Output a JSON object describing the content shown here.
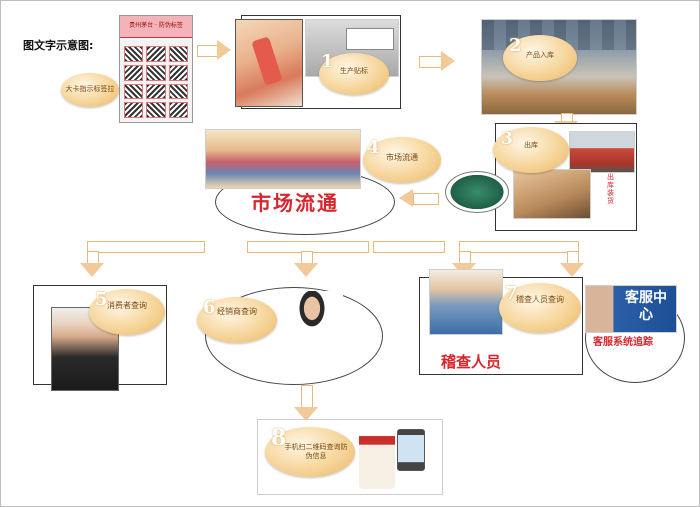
{
  "title": "图文字示意图:",
  "label_bubble": {
    "text": "大卡指示标签拉"
  },
  "label_sheet": {
    "header": "贵州茅台 · 防伪标签"
  },
  "steps": [
    {
      "num": "1",
      "label": "生产贴标"
    },
    {
      "num": "2",
      "label": "产品入库"
    },
    {
      "num": "3",
      "label": "出库"
    },
    {
      "num": "4",
      "label": "市场流通"
    },
    {
      "num": "5",
      "label": "消费者查询"
    },
    {
      "num": "6",
      "label": "经销商查询"
    },
    {
      "num": "7",
      "label": "稽查人员查询"
    },
    {
      "num": "8",
      "label": "手机扫二维码查询防伪信息"
    }
  ],
  "market_title": "市场流通",
  "inspector_label": "稽查人员",
  "service_sign": "客服中心",
  "service_caption": "客服系统追踪",
  "truck_caption": "出库装货",
  "colors": {
    "accent_red": "#d8262c",
    "bubble": "#f6d59a",
    "arrow": "#f2c998",
    "pipe": "#e8b97a"
  }
}
